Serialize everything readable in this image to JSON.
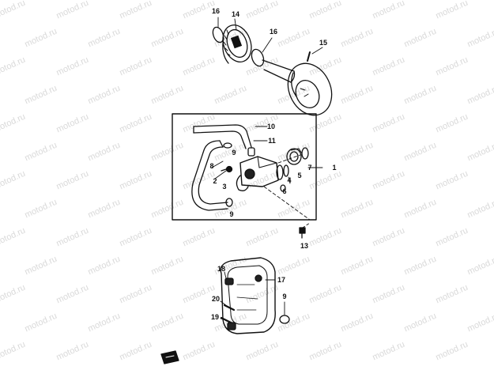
{
  "diagram": {
    "watermark_text": "motod.ru",
    "callouts": [
      {
        "id": "c16a",
        "text": "16"
      },
      {
        "id": "c14",
        "text": "14"
      },
      {
        "id": "c16b",
        "text": "16"
      },
      {
        "id": "c15",
        "text": "15"
      },
      {
        "id": "c10",
        "text": "10"
      },
      {
        "id": "c11",
        "text": "11"
      },
      {
        "id": "c9a",
        "text": "9"
      },
      {
        "id": "c8",
        "text": "8"
      },
      {
        "id": "c7",
        "text": "7"
      },
      {
        "id": "c1",
        "text": "1"
      },
      {
        "id": "c5",
        "text": "5"
      },
      {
        "id": "c4",
        "text": "4"
      },
      {
        "id": "c6",
        "text": "6"
      },
      {
        "id": "c2",
        "text": "2"
      },
      {
        "id": "c3",
        "text": "3"
      },
      {
        "id": "c9b",
        "text": "9"
      },
      {
        "id": "c13",
        "text": "13"
      },
      {
        "id": "c18",
        "text": "18"
      },
      {
        "id": "c17",
        "text": "17"
      },
      {
        "id": "c20",
        "text": "20"
      },
      {
        "id": "c9c",
        "text": "9"
      },
      {
        "id": "c19",
        "text": "19"
      }
    ]
  }
}
